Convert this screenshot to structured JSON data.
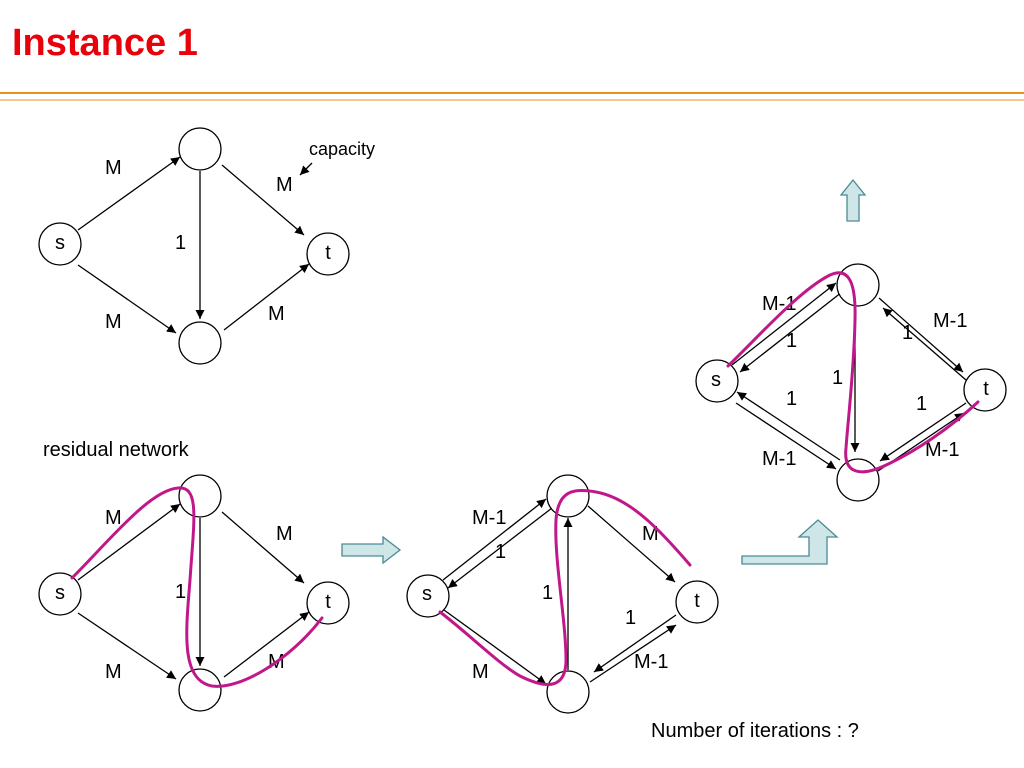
{
  "title": "Instance 1",
  "colors": {
    "title": "#e8000b",
    "rule": "#e8921c",
    "path": "#c0188a",
    "arrow_fill": "#cfe6e8",
    "arrow_stroke": "#4a8a94"
  },
  "annotations": {
    "capacity": "capacity",
    "residual_network": "residual network",
    "iterations": "Number of iterations : ?"
  },
  "diagrams": [
    {
      "nodes": {
        "s": "s",
        "t": "t",
        "top": "",
        "bottom": ""
      },
      "edge_labels": {
        "s_top": "M",
        "top_t": "M",
        "middle": "1",
        "bottom_t": "M",
        "s_bottom": "M"
      }
    },
    {
      "nodes": {
        "s": "s",
        "t": "t",
        "top": "",
        "bottom": ""
      },
      "edge_labels": {
        "s_top": "M",
        "top_t": "M",
        "middle": "1",
        "bottom_t": "M",
        "s_bottom": "M"
      }
    },
    {
      "nodes": {
        "s": "s",
        "t": "t",
        "top": "",
        "bottom": ""
      },
      "edge_labels": {
        "s_top": "M-1",
        "top_s": "1",
        "top_t": "M",
        "middle": "1",
        "t_bottom": "1",
        "bottom_t": "M-1",
        "s_bottom": "M"
      }
    },
    {
      "nodes": {
        "s": "s",
        "t": "t",
        "top": "",
        "bottom": ""
      },
      "edge_labels": {
        "s_top": "M-1",
        "top_s": "1",
        "top_t": "1",
        "t_top": "M-1",
        "middle": "1",
        "bottom_s": "1",
        "s_bottom": "M-1",
        "t_bottom": "1",
        "bottom_t": "M-1"
      }
    }
  ]
}
